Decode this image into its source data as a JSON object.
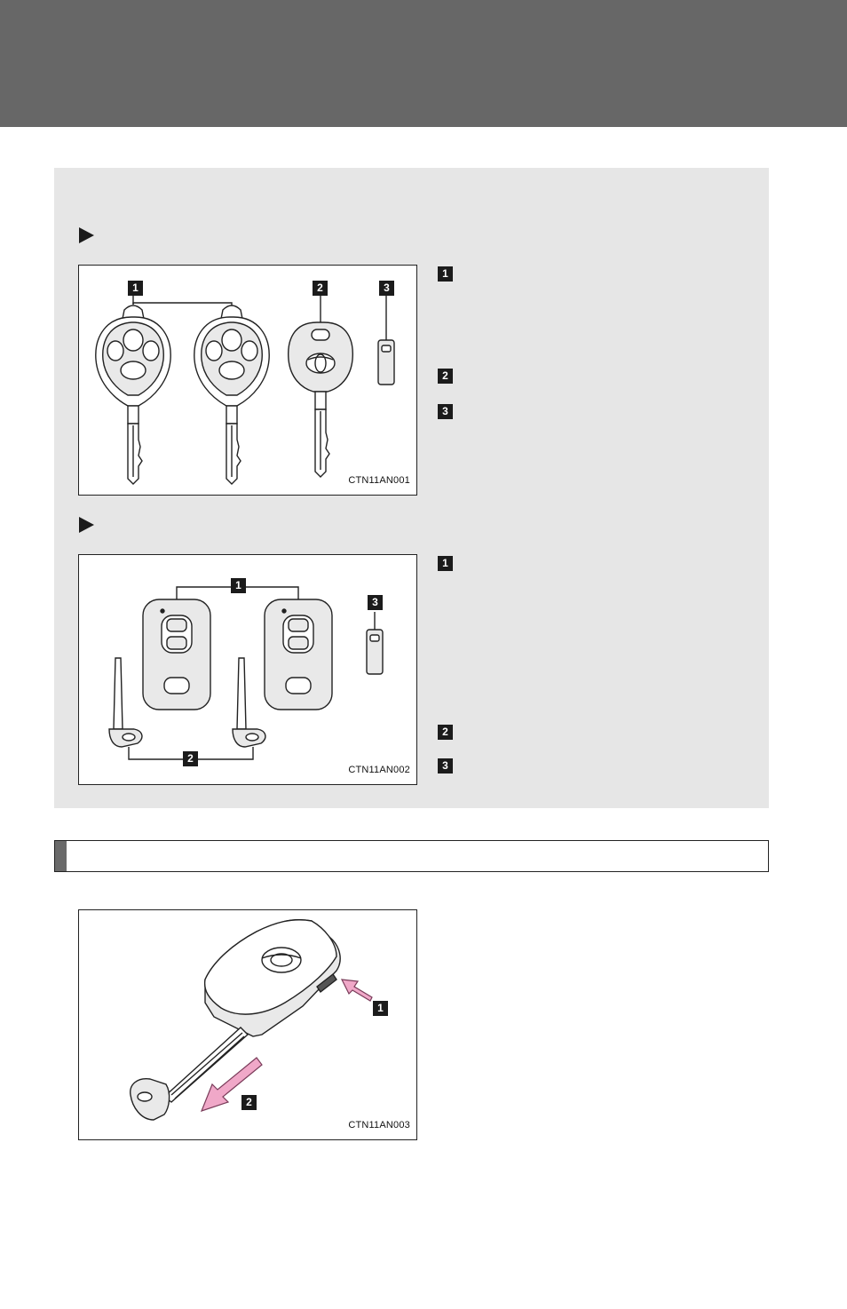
{
  "figures": {
    "conventional": {
      "code": "CTN11AN001",
      "labels": [
        "1",
        "2",
        "3"
      ]
    },
    "smart": {
      "code": "CTN11AN002",
      "labels": [
        "1",
        "2",
        "3"
      ]
    },
    "removal": {
      "code": "CTN11AN003",
      "labels": [
        "1",
        "2"
      ]
    }
  },
  "callouts": {
    "conventional": [
      "1",
      "2",
      "3"
    ],
    "smart": [
      "1",
      "2",
      "3"
    ]
  },
  "colors": {
    "header_band": "#676767",
    "panel": "#e6e6e6",
    "arrow_pink": "#f0a8c8"
  }
}
